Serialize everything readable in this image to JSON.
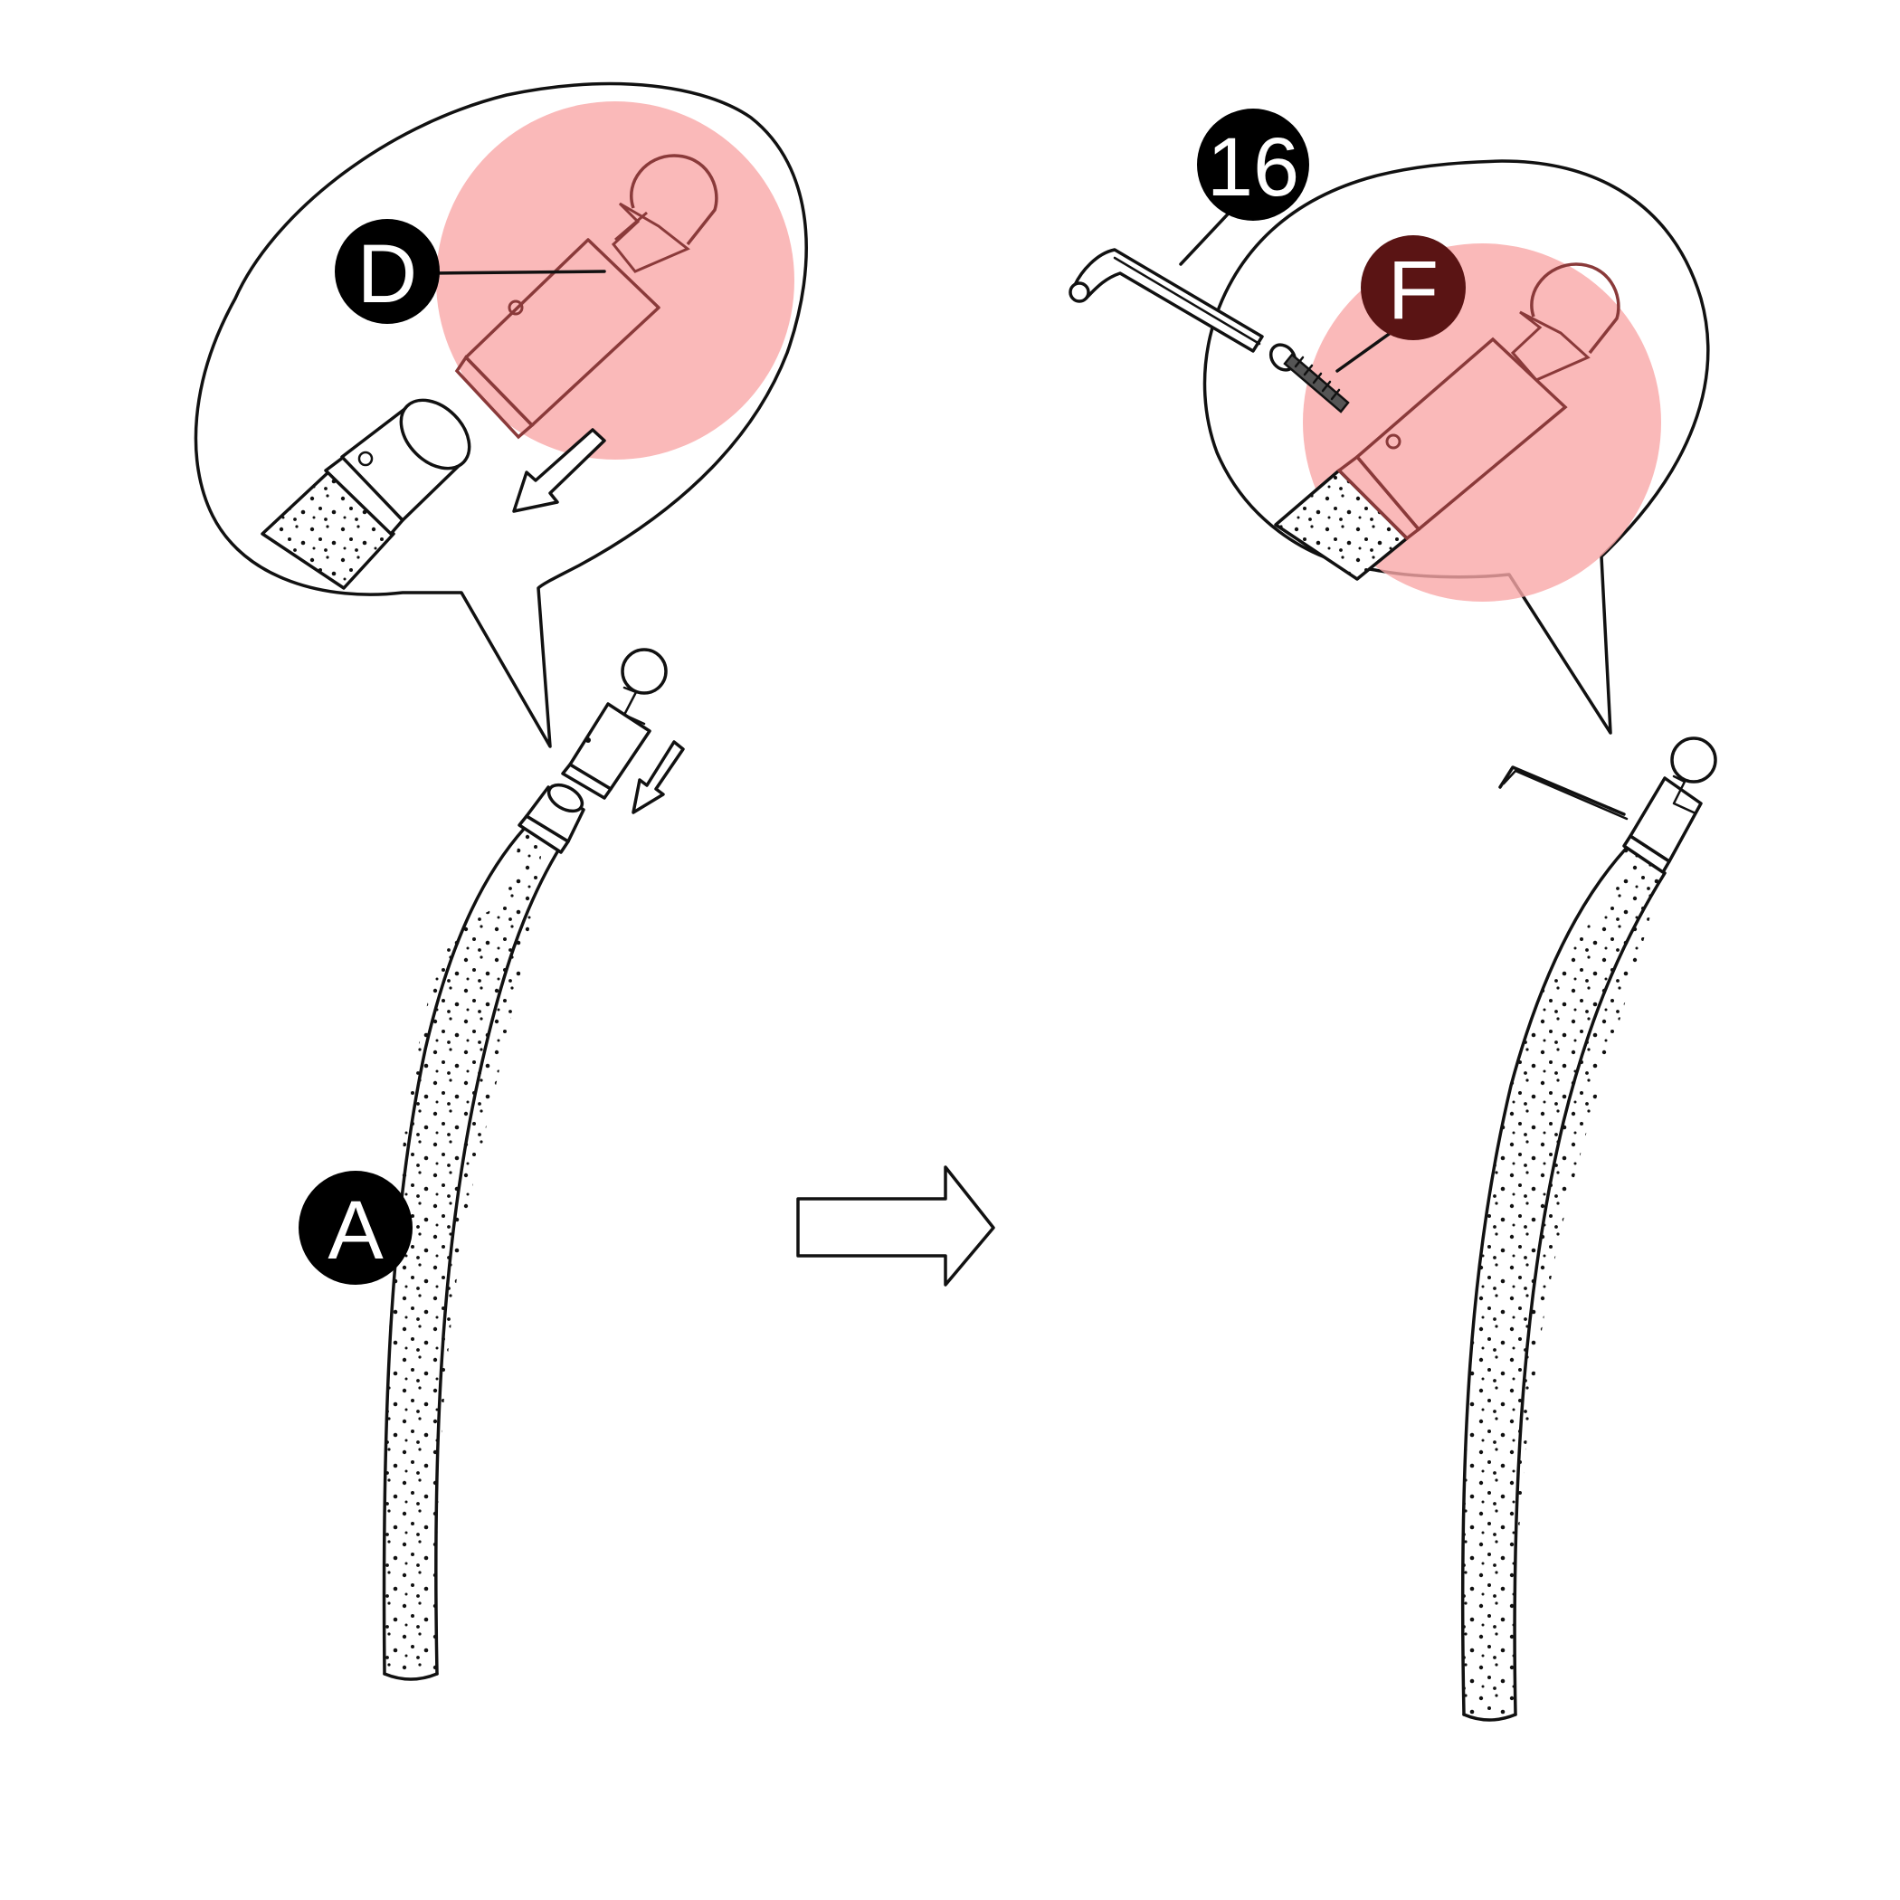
{
  "labels": {
    "tube": "A",
    "connector": "D",
    "wrench": "16",
    "screw": "F"
  },
  "colors": {
    "ink": "#111111",
    "paper": "#ffffff",
    "highlight": "#f9a8a8",
    "label_fill": "#000000",
    "label_text": "#ffffff"
  },
  "icons": {
    "step_arrow": "right-arrow-icon",
    "insert_arrow": "down-left-arrow-icon"
  }
}
